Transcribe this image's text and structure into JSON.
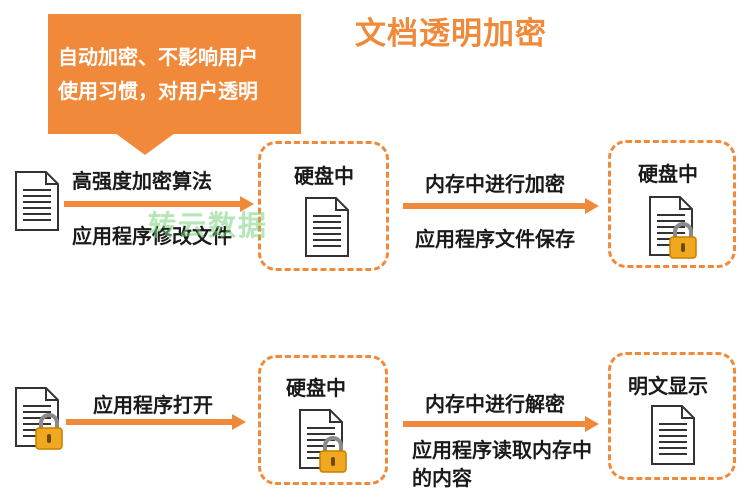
{
  "title": "文档透明加密",
  "callout": {
    "text": "自动加密、不影响用户\n使用习惯，对用户透明"
  },
  "watermark": "转云数据",
  "row1": {
    "arrow1_top": "高强度加密算法",
    "arrow1_bottom": "应用程序修改文件",
    "box1_label": "硬盘中",
    "arrow2_top": "内存中进行加密",
    "arrow2_bottom": "应用程序文件保存",
    "box2_label": "硬盘中"
  },
  "row2": {
    "arrow1_top": "应用程序打开",
    "box1_label": "硬盘中",
    "arrow2_top": "内存中进行解密",
    "arrow2_bottom": "应用程序读取内存中的内容",
    "box2_label": "明文显示"
  },
  "colors": {
    "accent": "#f08a3a",
    "lock": "#f0a820",
    "watermark": "#78d278"
  },
  "icons": {
    "document": "document-icon",
    "lock": "lock-icon"
  }
}
